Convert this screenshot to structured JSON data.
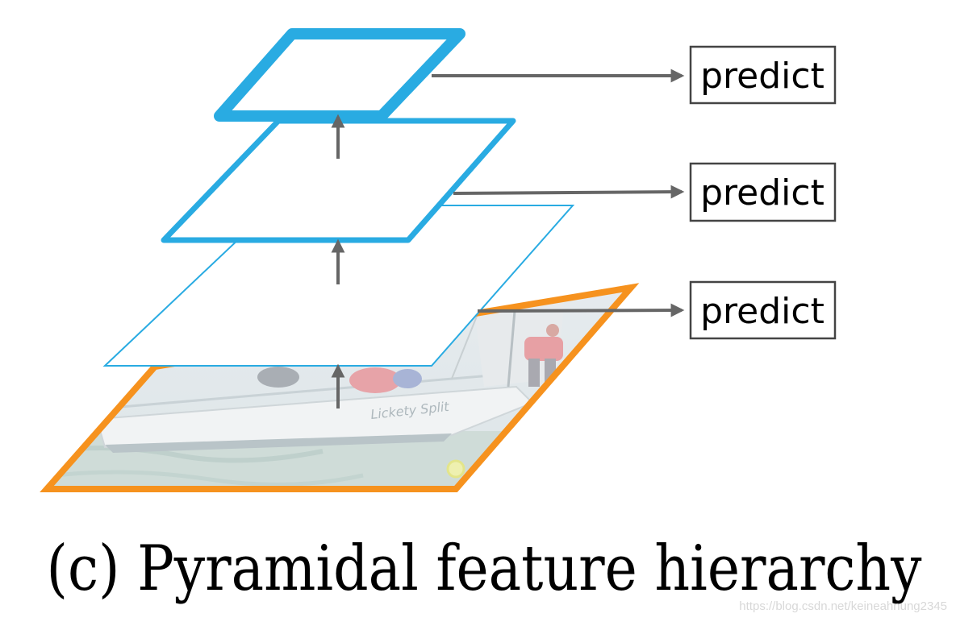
{
  "diagram": {
    "predict_labels": [
      "predict",
      "predict",
      "predict"
    ],
    "caption": "(c) Pyramidal feature hierarchy",
    "watermark": "https://blog.csdn.net/keineahnung2345",
    "colors": {
      "image_border": "#f6921e",
      "feature_border": "#29abe2",
      "arrow": "#666666",
      "box_border": "#444444"
    }
  }
}
